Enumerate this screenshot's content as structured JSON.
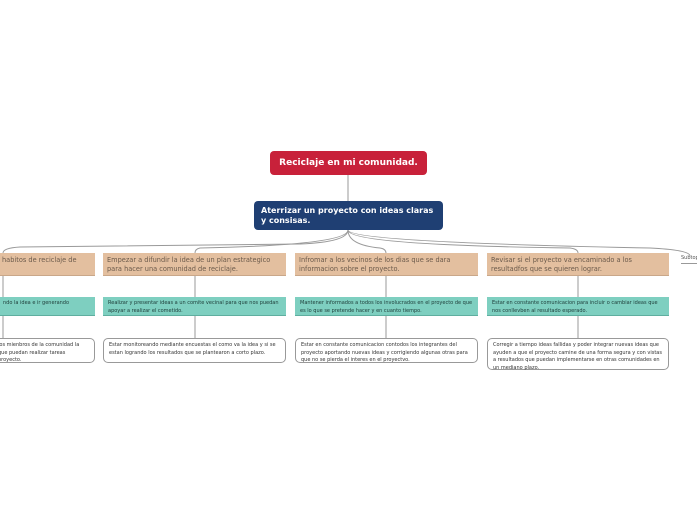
{
  "root": {
    "label": "Reciclaje en mi comunidad.",
    "color": "#c8213a"
  },
  "main": {
    "label": "Aterrizar un proyecto con ideas claras y consisas.",
    "color": "#1f3f73"
  },
  "columns": [
    {
      "topic": "habitos de reciclaje de",
      "detail": "ndo la idea e ir generando",
      "note": "los mienbros de la comunidad la que puedan realizar tareas proyecto."
    },
    {
      "topic": "Empezar a difundir la idea de un plan estrategico para hacer una comunidad de reciclaje.",
      "detail": "Realizar y presentar ideas a un comite vecinal para que nos puedan apoyar a realizar el cometido.",
      "note": "Estar monitoreando mediante encuestas el como va la idea y si se estan logrando los resultados que se plantearon a corto plazo."
    },
    {
      "topic": "Infromar a los vecinos de los dias que se dara informacion sobre el proyecto.",
      "detail": "Mantener informados a todos los involucrados en el proyecto de que es lo que se pretende hacer y en cuanto tiempo.",
      "note": "Estar en constante comunicacion contodos los integrantes del proyecto aportando nuevas ideas y corrigiendo algunas otras para que no se pierda el interes en el proyectvo."
    },
    {
      "topic": "Revisar si el proyecto va encaminado a los resultadfos que se quieren lograr.",
      "detail": "Estar en constante comunicacion para incluir o cambiar ideas que nos conllevben al resultado esperado.",
      "note": "Corregir a tiempo ideas fallidas y poder integrar nuevas ideas que ayuden a que el proyecto camine de una forma segura y con vistas a resultados que puedan implementarse en otras comunidades en un mediano plazo."
    }
  ],
  "subtopic": {
    "label": "Subtopic"
  },
  "colors": {
    "topic": "#e3bf9f",
    "detail": "#7ecfc0"
  }
}
